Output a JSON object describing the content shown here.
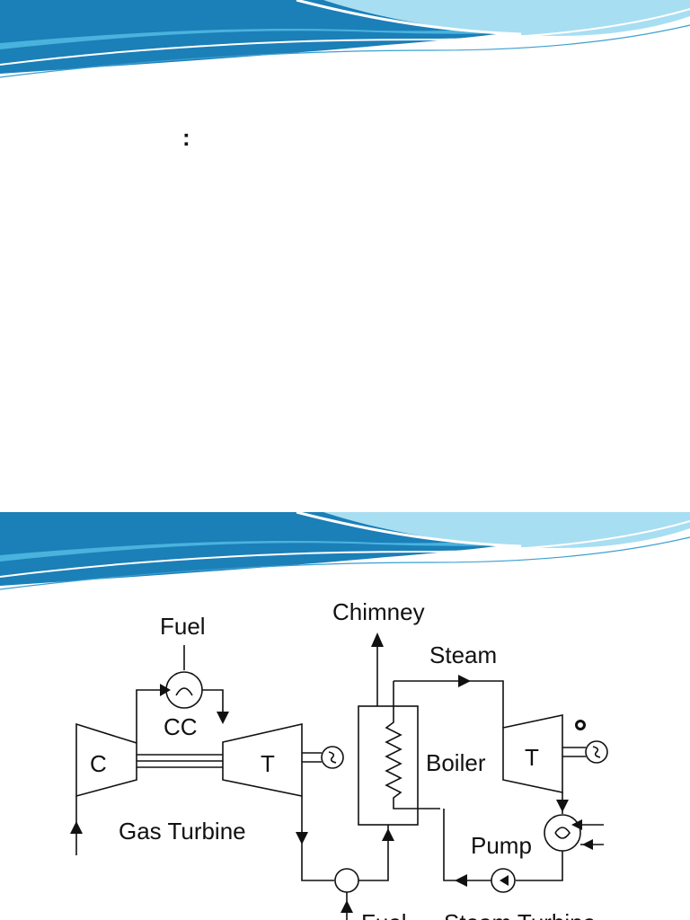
{
  "slides": [
    {
      "body_text": ":"
    },
    {
      "diagram": {
        "labels": {
          "fuel": "Fuel",
          "combustion_chamber": "CC",
          "compressor": "C",
          "gas_turbine_block": "T",
          "gas_turbine_caption": "Gas Turbine",
          "chimney": "Chimney",
          "steam": "Steam",
          "boiler": "Boiler",
          "steam_turbine_block": "T",
          "pump": "Pump",
          "fuel_bottom": "Fuel",
          "steam_turbine_caption": "Steam Turbine"
        }
      }
    }
  ],
  "colors": {
    "wave_dark": "#1b7fb8",
    "wave_mid": "#49b3de",
    "wave_light": "#a8def2",
    "line": "#111111"
  }
}
